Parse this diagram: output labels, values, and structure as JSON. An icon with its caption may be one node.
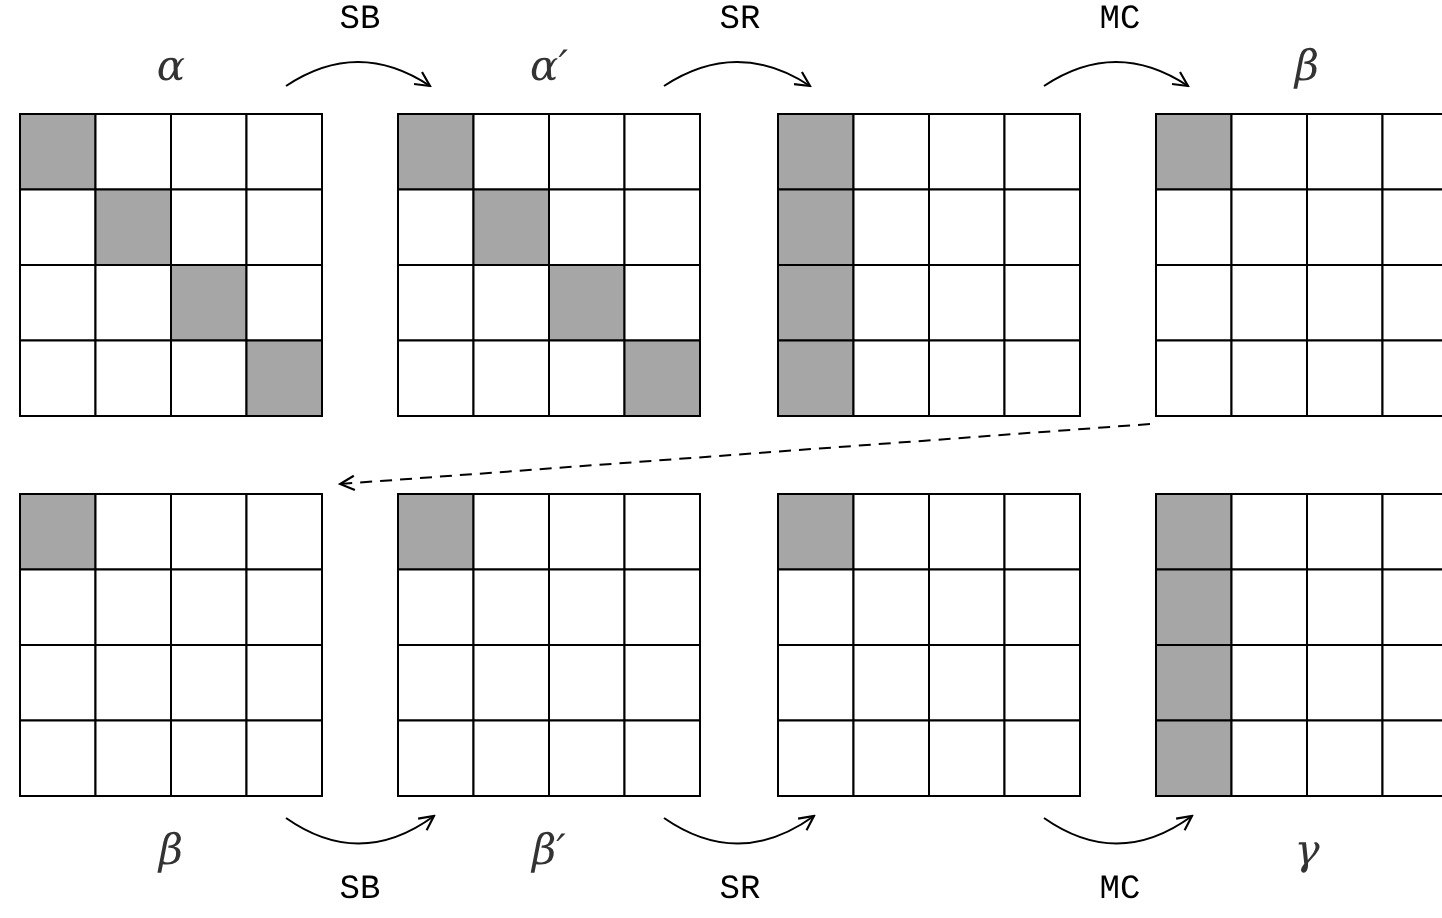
{
  "diagram": {
    "nodes": [
      {
        "text": [
          "α"
        ]
      },
      {
        "text": [
          "α′"
        ]
      },
      {
        "text": [],
        "shape": "box"
      },
      {
        "text": [
          "β"
        ]
      },
      {
        "text": [
          "β"
        ]
      },
      {
        "text": [
          "β′"
        ]
      },
      {
        "text": [],
        "shape": "box"
      },
      {
        "text": [
          "γ"
        ]
      }
    ],
    "edges": [
      {
        "from": 0,
        "to": 1,
        "arrow": "to",
        "label": "SB"
      },
      {
        "from": 1,
        "to": 2,
        "arrow": "to",
        "label": "SR"
      },
      {
        "from": 2,
        "to": 3,
        "arrow": "to",
        "label": "MC"
      },
      {
        "from": 3,
        "to": 4,
        "arrow": "to",
        "style": "dashed"
      },
      {
        "from": 4,
        "to": 5,
        "arrow": "to",
        "label": "SB"
      },
      {
        "from": 5,
        "to": 6,
        "arrow": "to",
        "label": "SR"
      },
      {
        "from": 6,
        "to": 7,
        "arrow": "to",
        "label": "MC"
      }
    ]
  }
}
